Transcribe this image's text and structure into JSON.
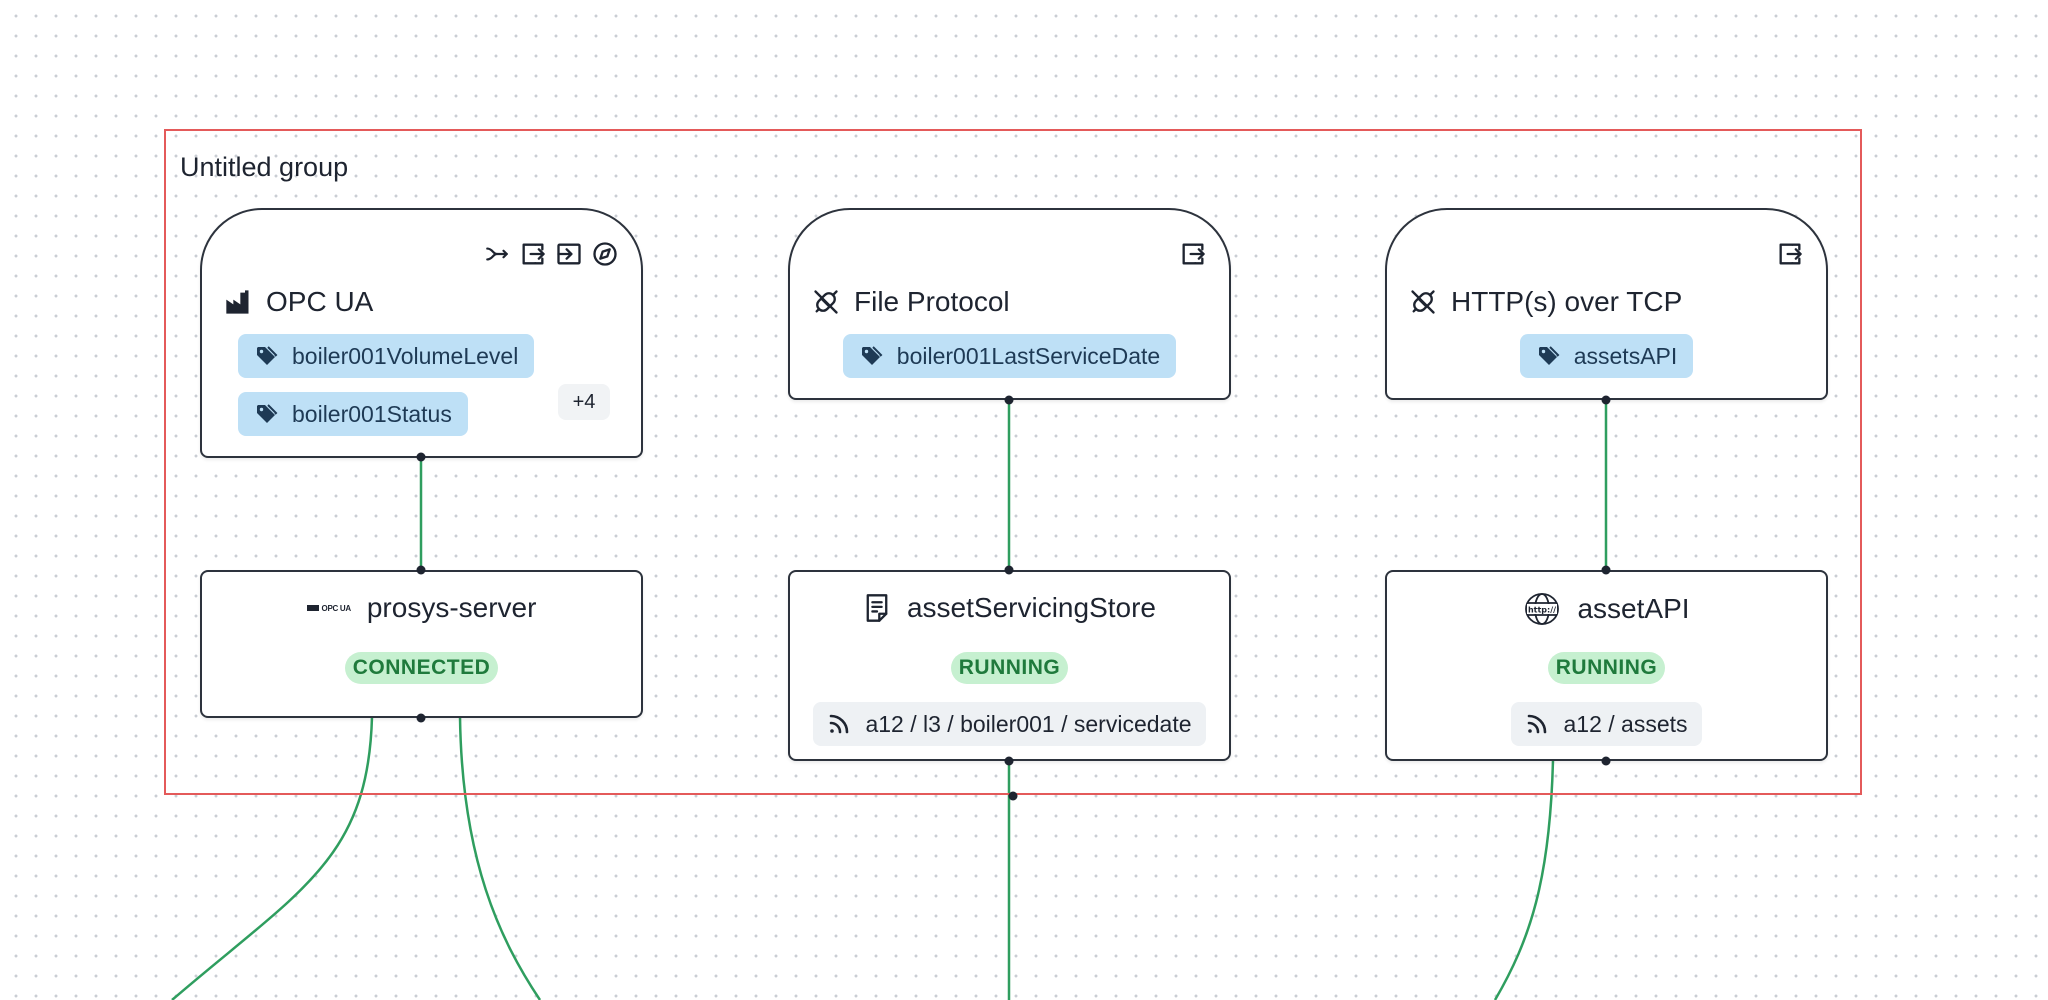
{
  "group": {
    "label": "Untitled group"
  },
  "adapters": [
    {
      "title": "OPC UA",
      "icon": "factory-icon",
      "toolbar_icons": [
        "combiner-icon",
        "export-icon",
        "import-icon",
        "compass-icon"
      ],
      "tags": [
        "boiler001VolumeLevel",
        "boiler001Status"
      ],
      "more_tags": "+4"
    },
    {
      "title": "File Protocol",
      "icon": "plug-off-icon",
      "toolbar_icons": [
        "export-icon"
      ],
      "tags": [
        "boiler001LastServiceDate"
      ]
    },
    {
      "title": "HTTP(s) over TCP",
      "icon": "plug-off-icon",
      "toolbar_icons": [
        "export-icon"
      ],
      "tags": [
        "assetsAPI"
      ]
    }
  ],
  "devices": [
    {
      "title": "prosys-server",
      "logo_text": "OPC UA",
      "status": "CONNECTED"
    },
    {
      "title": "assetServicingStore",
      "icon": "file-text-icon",
      "status": "RUNNING",
      "topic": "a12 / l3 / boiler001 / servicedate"
    },
    {
      "title": "assetAPI",
      "icon": "http-globe-icon",
      "http_label": "http://",
      "status": "RUNNING",
      "topic": "a12 / assets"
    }
  ],
  "colors": {
    "group_border": "#e45a5a",
    "edge": "#2f9e5f",
    "tag_bg": "#bee0f6",
    "status_bg": "#c6f0d0",
    "status_text": "#1f7a3c"
  }
}
